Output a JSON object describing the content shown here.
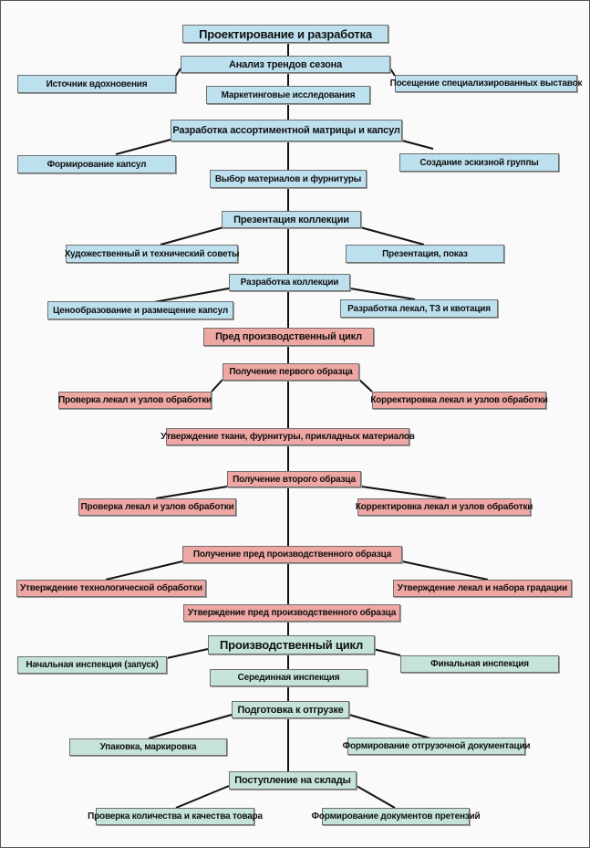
{
  "colors": {
    "design_phase": "#bde0ee",
    "preproduction_phase": "#eea7a2",
    "production_phase": "#c5e3d8",
    "connector": "#111111"
  },
  "design": {
    "title": "Проектирование и разработка",
    "trend_analysis": "Анализ трендов сезона",
    "inspiration_source": "Источник вдохновения",
    "exhibitions_visit": "Посещение специализированных выставок",
    "marketing_research": "Маркетинговые исследования",
    "assortment_matrix": "Разработка ассортиментной матрицы и капсул",
    "capsule_forming": "Формирование капсул",
    "sketch_group": "Создание эскизной группы",
    "materials_choice": "Выбор материалов и фурнитуры",
    "collection_presentation": "Презентация коллекции",
    "art_tech_councils": "Художественный и технический советы",
    "presentation_show": "Презентация, показ",
    "collection_development": "Разработка коллекции",
    "pricing_placement": "Ценообразование и размещение капсул",
    "patterns_tz_quota": "Разработка лекал, ТЗ и квотация"
  },
  "preproduction": {
    "title": "Пред производственный цикл",
    "first_sample": "Получение первого образца",
    "check_patterns_1": "Проверка лекал и узлов обработки",
    "correct_patterns_1": "Корректировка лекал и узлов обработки",
    "approve_fabrics": "Утверждение ткани, фурнитуры, прикладных материалов",
    "second_sample": "Получение второго образца",
    "check_patterns_2": "Проверка лекал и узлов обработки",
    "correct_patterns_2": "Корректировка лекал и узлов обработки",
    "preprod_sample": "Получение пред производственного образца",
    "approve_tech": "Утверждение технологической обработки",
    "approve_grading": "Утверждение лекал и набора градации",
    "approve_preprod_sample": "Утверждение пред производственного образца"
  },
  "production": {
    "title": "Производственный цикл",
    "initial_inspection": "Начальная инспекция (запуск)",
    "final_inspection": "Финальная инспекция",
    "middle_inspection": "Серединная инспекция",
    "shipment_prep": "Подготовка к отгрузке",
    "packing_labeling": "Упаковка, маркировка",
    "shipping_docs": "Формирование отгрузочной документации",
    "warehouse_arrival": "Поступление на склады",
    "quantity_quality_check": "Проверка количества и качества товара",
    "claims_docs": "Формирование документов претензий"
  }
}
